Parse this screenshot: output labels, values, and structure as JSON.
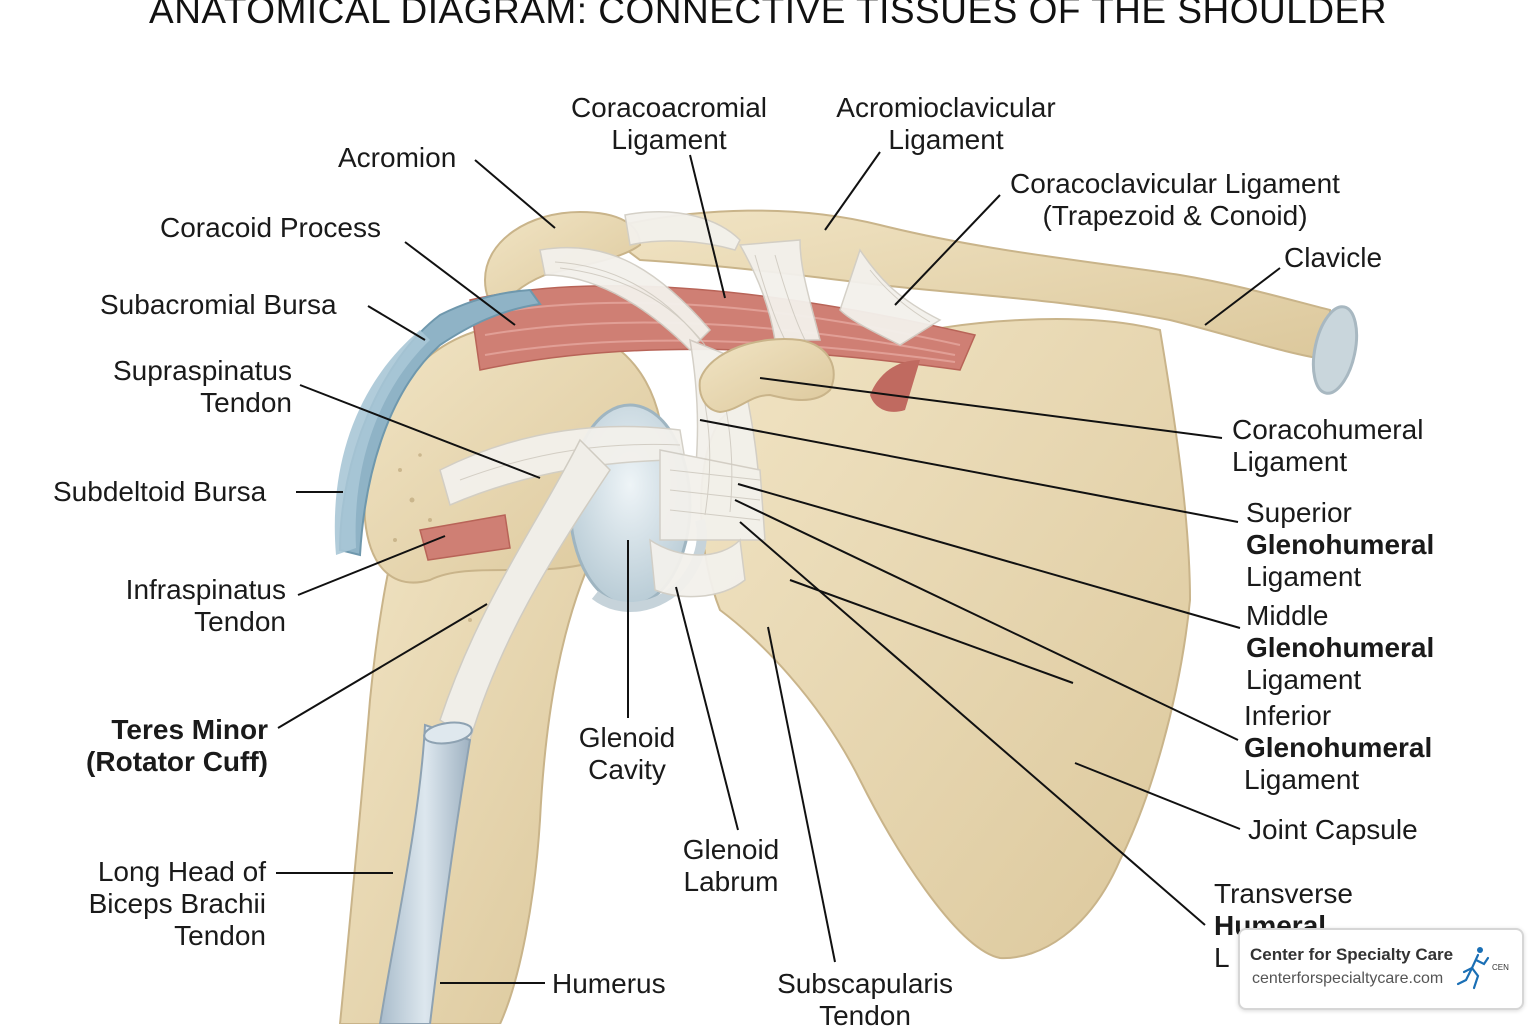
{
  "title": "ANATOMICAL DIAGRAM: CONNECTIVE TISSUES OF THE SHOULDER",
  "labels": {
    "acromion": [
      "Acromion"
    ],
    "coracoacromial": [
      "Coracoacromial",
      "Ligament"
    ],
    "acromioclavicular": [
      "Acromioclavicular",
      "Ligament"
    ],
    "coracoclavicular": [
      "Coracoclavicular Ligament",
      "(Trapezoid & Conoid)"
    ],
    "clavicle": [
      "Clavicle"
    ],
    "coracoid": [
      "Coracoid Process"
    ],
    "subacromial": [
      "Subacromial Bursa"
    ],
    "supraspinatus": [
      "Supraspinatus",
      "Tendon"
    ],
    "subdeltoid": [
      "Subdeltoid Bursa"
    ],
    "infraspinatus": [
      "Infraspinatus",
      "Tendon"
    ],
    "teres": [
      "Teres Minor",
      "(Rotator Cuff)"
    ],
    "biceps": [
      "Long Head of",
      "Biceps Brachii",
      "Tendon"
    ],
    "humerus": [
      "Humerus"
    ],
    "glenoid_cavity": [
      "Glenoid",
      "Cavity"
    ],
    "glenoid_labrum": [
      "Glenoid",
      "Labrum"
    ],
    "subscapularis": [
      "Subscapularis",
      "Tendon"
    ],
    "coracohumeral": [
      "Coracohumeral",
      "Ligament"
    ],
    "superior_gh": [
      "Superior",
      "Glenohumeral",
      "Ligament"
    ],
    "middle_gh": [
      "Middle",
      "Glenohumeral",
      "Ligament"
    ],
    "inferior_gh": [
      "Inferior",
      "Glenohumeral",
      "Ligament"
    ],
    "joint_capsule": [
      "Joint Capsule"
    ],
    "transverse": [
      "Transverse",
      "Humeral",
      "L"
    ]
  },
  "badge": {
    "name": "Center for Specialty Care",
    "url": "centerforspecialtycare.com",
    "logo_text": "CEN"
  },
  "colors": {
    "bone": "#e9d9b3",
    "bone_shadow": "#cdb98d",
    "muscle": "#cf7f74",
    "ligament": "#f1efe9",
    "bursa": "#8fb3c6",
    "cartilage": "#c9dbe3",
    "badge_logo": "#1a6fb5"
  }
}
